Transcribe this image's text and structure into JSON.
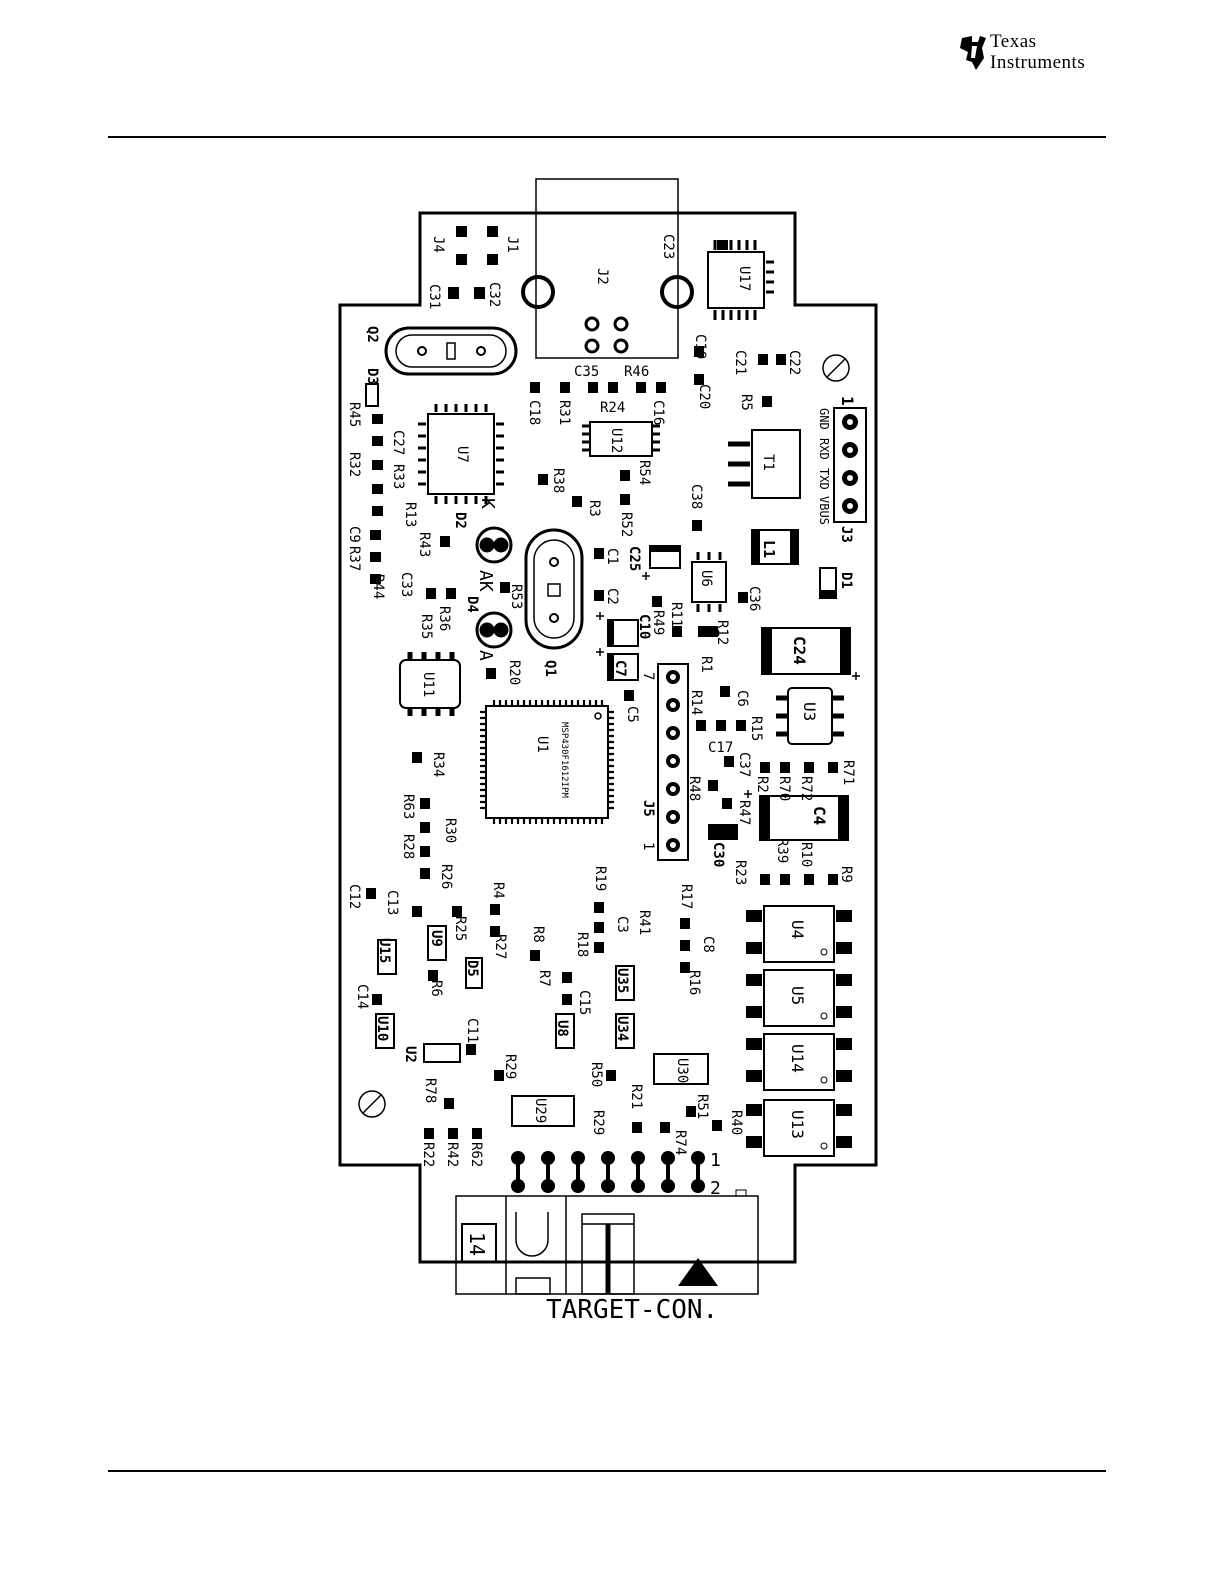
{
  "header": {
    "logo_line1": "Texas",
    "logo_line2": "Instruments"
  },
  "board": {
    "connector_label": "TARGET-CON.",
    "connector_pin_count": "14",
    "uart_pins": [
      "GND",
      "RXD",
      "TXD",
      "VBUS"
    ],
    "mcu_marking": "MSP430F1612IPM",
    "pin_labels": {
      "one": "1",
      "two": "2",
      "j3_one": "1",
      "j5_one": "1",
      "seven": "7"
    },
    "designators": {
      "J1": "J1",
      "J2": "J2",
      "J3": "J3",
      "J4": "J4",
      "J5": "J5",
      "C23": "C23",
      "U17": "U17",
      "C31": "C31",
      "C32": "C32",
      "Q2": "Q2",
      "D3": "D3",
      "C19": "C19",
      "C21": "C21",
      "C22": "C22",
      "C35": "C35",
      "R46": "R46",
      "C20": "C20",
      "R5": "R5",
      "C18": "C18",
      "R31": "R31",
      "R24": "R24",
      "C16": "C16",
      "U12": "U12",
      "R45": "R45",
      "C27": "C27",
      "R32": "R32",
      "U7": "U7",
      "R33": "R33",
      "R38": "R38",
      "R54": "R54",
      "T1": "T1",
      "R13": "R13",
      "R3": "R3",
      "R52": "R52",
      "C38": "C38",
      "D2": "D2",
      "K": "K",
      "C9": "C9",
      "R37": "R37",
      "R43": "R43",
      "C1": "C1",
      "C25": "C25",
      "L1": "L1",
      "R44": "R44",
      "C33": "C33",
      "AK": "AK",
      "U6": "U6",
      "D1": "D1",
      "D4": "D4",
      "R53": "R53",
      "C2": "C2",
      "R36": "R36",
      "R35": "R35",
      "R49": "R49",
      "R11": "R11",
      "C36": "C36",
      "C10": "C10",
      "R12": "R12",
      "C24": "C24",
      "A": "A",
      "R20": "R20",
      "Q1": "Q1",
      "C7": "C7",
      "R1": "R1",
      "U11": "U11",
      "C5": "C5",
      "R14": "R14",
      "C6": "C6",
      "U3": "U3",
      "U1": "U1",
      "R15": "R15",
      "C17": "C17",
      "R34": "R34",
      "C37": "C37",
      "R71": "R71",
      "R48": "R48",
      "R2": "R2",
      "R70": "R70",
      "R72": "R72",
      "R63": "R63",
      "R47": "R47",
      "C4": "C4",
      "R30": "R30",
      "R28": "R28",
      "C30": "C30",
      "R39": "R39",
      "R10": "R10",
      "R26": "R26",
      "R23": "R23",
      "R9": "R9",
      "C12": "C12",
      "C13": "C13",
      "R4": "R4",
      "R19": "R19",
      "R17": "R17",
      "R25": "R25",
      "U9": "U9",
      "U15": "U15",
      "R27": "R27",
      "R8": "R8",
      "C3": "C3",
      "R41": "R41",
      "C8": "C8",
      "U4": "U4",
      "R18": "R18",
      "D5": "D5",
      "R6": "R6",
      "R7": "R7",
      "U35": "U35",
      "R16": "R16",
      "C14": "C14",
      "C15": "C15",
      "U5": "U5",
      "U10": "U10",
      "C11": "C11",
      "U8": "U8",
      "U34": "U34",
      "U2": "U2",
      "U14": "U14",
      "R29a": "R29",
      "U30": "U30",
      "R50": "R50",
      "R78": "R78",
      "R21": "R21",
      "R51": "R51",
      "R40": "R40",
      "U29": "U29",
      "R29b": "R29",
      "R74": "R74",
      "U13": "U13",
      "R22": "R22",
      "R42": "R42",
      "R62": "R62"
    }
  }
}
